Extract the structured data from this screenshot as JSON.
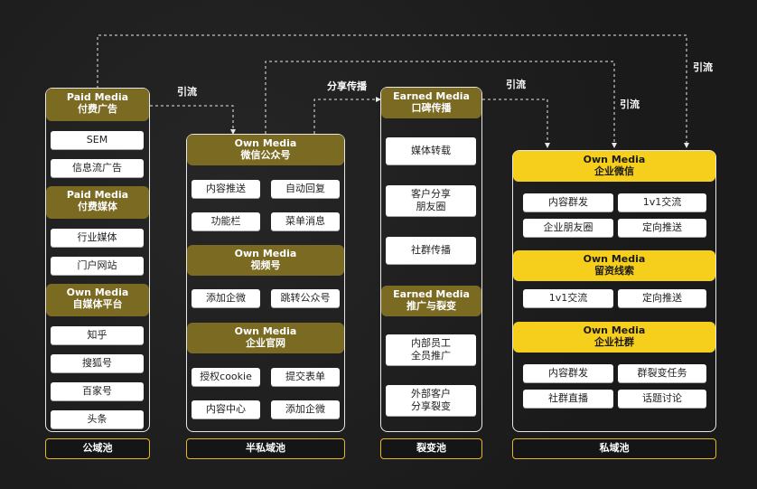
{
  "labels": {
    "yinliu": "引流",
    "fenxiang": "分享传播"
  },
  "columns": {
    "public": {
      "sections": [
        {
          "en": "Paid Media",
          "zh": "付费广告",
          "items": [
            "SEM",
            "信息流广告"
          ]
        },
        {
          "en": "Paid Media",
          "zh": "付费媒体",
          "items": [
            "行业媒体",
            "门户网站"
          ]
        },
        {
          "en": "Own Media",
          "zh": "自媒体平台",
          "items": [
            "知乎",
            "搜狐号",
            "百家号",
            "头条"
          ]
        }
      ],
      "pool": "公域池"
    },
    "semi": {
      "sections": [
        {
          "en": "Own Media",
          "zh": "微信公众号",
          "items": [
            "内容推送",
            "自动回复",
            "功能栏",
            "菜单消息"
          ]
        },
        {
          "en": "Own Media",
          "zh": "视频号",
          "items": [
            "添加企微",
            "跳转公众号"
          ]
        },
        {
          "en": "Own Media",
          "zh": "企业官网",
          "items": [
            "授权cookie",
            "提交表单",
            "内容中心",
            "添加企微"
          ]
        }
      ],
      "pool": "半私域池"
    },
    "fission": {
      "sections": [
        {
          "en": "Earned Media",
          "zh": "口碑传播",
          "items": [
            "媒体转载",
            "客户分享\n朋友圈",
            "社群传播"
          ]
        },
        {
          "en": "Earned Media",
          "zh": "推广与裂变",
          "items": [
            "内部员工\n全员推广",
            "外部客户\n分享裂变"
          ]
        }
      ],
      "pool": "裂变池"
    },
    "private": {
      "sections": [
        {
          "en": "Own Media",
          "zh": "企业微信",
          "items": [
            "内容群发",
            "1v1交流",
            "企业朋友圈",
            "定向推送"
          ]
        },
        {
          "en": "Own Media",
          "zh": "留资线索",
          "items": [
            "1v1交流",
            "定向推送"
          ]
        },
        {
          "en": "Own Media",
          "zh": "企业社群",
          "items": [
            "内容群发",
            "群裂变任务",
            "社群直播",
            "话题讨论"
          ]
        }
      ],
      "pool": "私域池"
    }
  }
}
